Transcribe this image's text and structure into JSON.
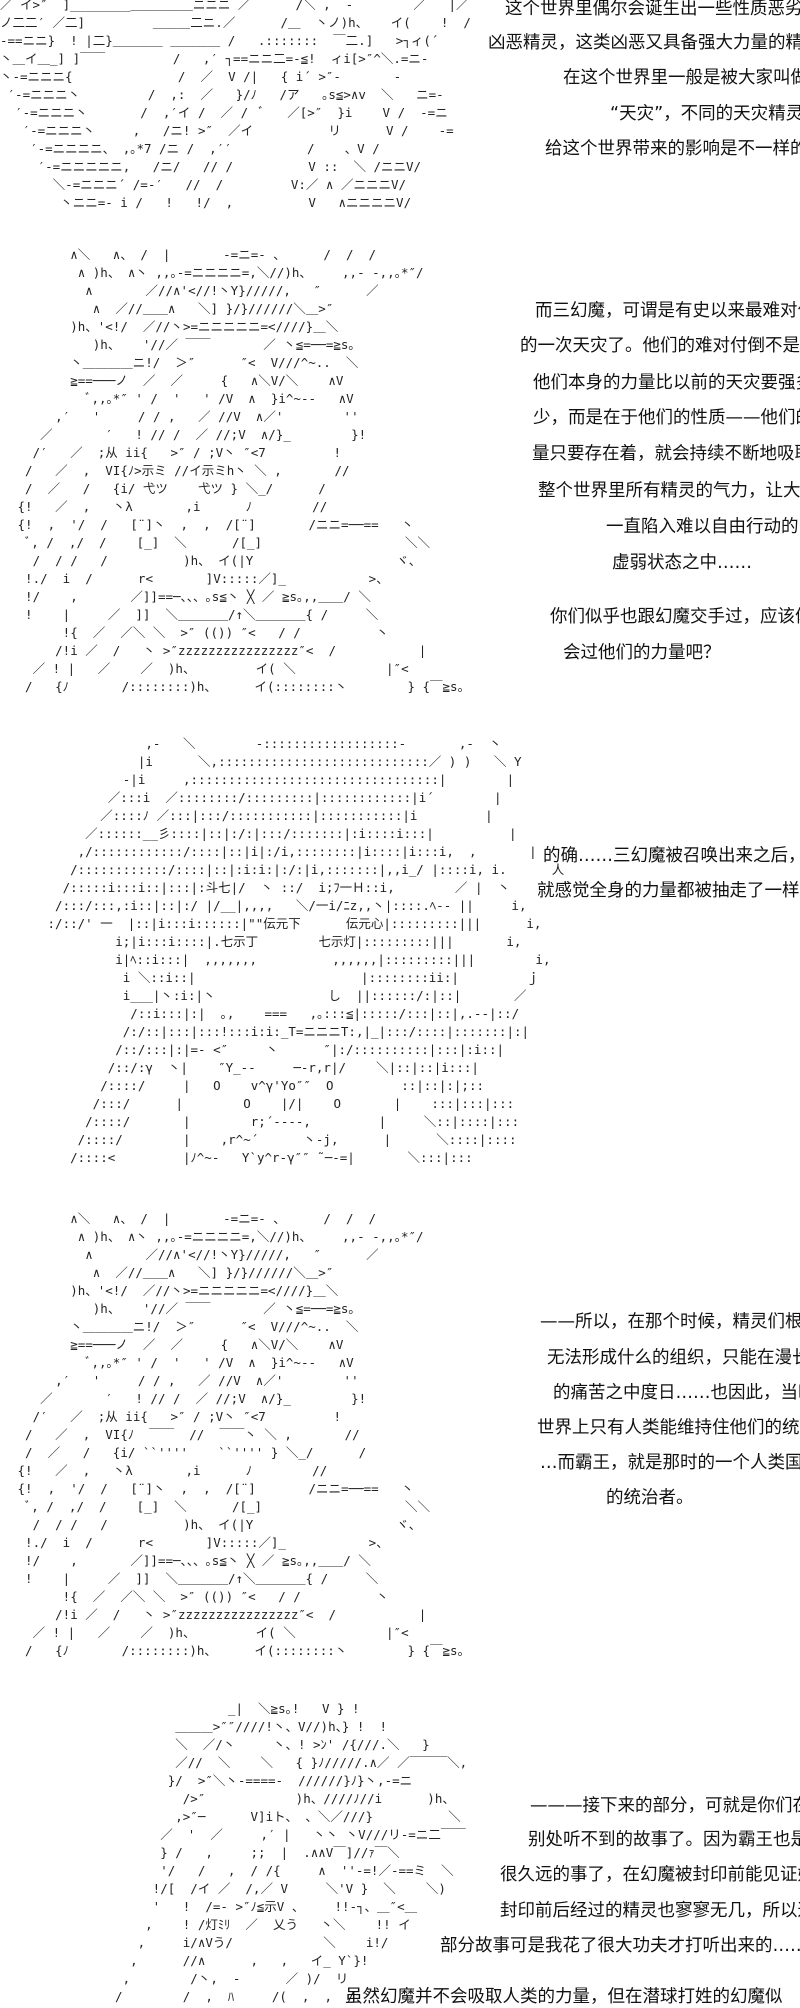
{
  "panels": [
    {
      "art": "／ イ>″  ]________＿＿＿＿＿ニニニ ／      /＼ ,  ‐        ／   |／\nノ二二′ ／二]         ＿＿＿二ニ.／      /＿  丶ノ)h、   イ(    !  /\n-==ニニ}  ! |二}＿＿＿＿ ＿＿＿＿ /   .:::::::  ￣二.]   >┐ィ(´\n丶＿イ＿_] ]￣￣         /   ,′ ┐==ニニ二=‐≦!  ィi[>″^＼.=ニ-\n丶-=ニニニ{              /  ／  V /|   { i´ >″‐       -\n ′-=ニニニ丶         /  ,:  ／   }/ﾉ   /ア   ｡s≦>∧v  ＼   ニ=-\n  ′-=ニニニ丶       /  ,′イ /  ／ /  ﾞ   ／[>″  }i    V /  -=ニ\n   ′-=ニニニ丶     ,   /ニ! >″  ／イ          リ      V /    -=\n    ′-=ニニニニ、 ,｡*7 /ニ /  ,′′          /    、V /\n     ′-=ニニニニニ,   /ニ/   // /          V ::  ＼ /ニニV/\n       ＼-=ニニニ´ /=‐′   //  /         V:／ ∧ ／ニニニV/\n        丶ニニ=‐ i /   !   !/  ,          V   ∧ニニニニV/",
      "lines": [
        "这个世界里偶尔会诞生出一些性质恶劣的",
        "凶恶精灵，这类凶恶又具备强大力量的精灵",
        "在这个世界里一般是被大家叫做",
        "“天灾”，不同的天灾精灵",
        "给这个世界带来的影响是不一样的"
      ]
    },
    {
      "art": "        ∧＼   ∧、 /  |       -=ニ=- 、     /  /  /\n         ∧ )h、 ∧丶 ,,｡-=ニニニニ=,＼//)h、    ,,- -,,｡*″/\n          ∧       ／//∧'<//!丶Y}/////,   ″      ／\n           ∧  ／//＿＿∧   ＼] }/}//////＼＿>″\n        )h、'<!/  ／//丶>=ニニニニニ=<////}＿＼\n           )h、   '//／ ￣￣       ／ 丶≦=──=≧s｡\n        丶＿＿＿＿ニ!/  ＞″      ″<  V///^~..  ＼\n        ≧==───ノ  ／  ／     {   ∧＼V/＼    ∧V\n          ﾞ,,｡*″ ' /  '   ' /V  ∧  }i^~--   ∧V\n      ,′   '     / / ,   ／ //V  ∧／'        ''\n    ／       ′   ! // /  ／ //;V  ∧/}_        }!\n   /′   ／  ;从 ii{   >″ / ;V丶 ″<7         !\n  /   ／  ,  VI{ﾉ>示ミ //イ示ミh丶 ＼ ,       //\n  /  ／   /   {i/ 弋ツ    弋ツ } ＼_/      /\n {!   ／  ,   丶λ       ,i      ﾉ        //\n {!  ,  '/  /   [¨]丶  ,  ,  /[¨]       /ニニ=──==   丶\n  ﾞ, /  ,/  /    [_]  ＼      /[_]                   ＼＼\n   /  / /   /          )h、 イ(|Y                   ヾ、\n  !./  i  /      r<       ]V:::::／]_           >、\n  !/    ,       ／]]==─、、、｡s≦丶 ╳ ／ ≧s｡,,＿＿/ ＼\n  !    |     ／  ]]  ＼＿＿＿＿/↑＼＿＿＿＿{ /     ＼\n       !{  ／  ／＼ ＼  >″ (()) ″<   / /          丶\n      /!i ／  /   丶 >″zzzzzzzzzzzzzzzz″<  /           |\n   ／ ! |   ／    ／  )h、        イ( ＼            |″<\n  /   {ﾉ       /::::::::)h、     イ(::::::::丶        } {￣≧s｡",
      "lines": [
        "而三幻魔，可谓是有史以来最难对付",
        "的一次天灾了。他们的难对付倒不是指",
        "他们本身的力量比以前的天灾要强多",
        "少，而是在于他们的性质——他们的力",
        "量只要存在着，就会持续不断地吸取",
        "整个世界里所有精灵的气力，让大家",
        "一直陷入难以自由行动的",
        "虚弱状态之中……",
        "你们似乎也跟幻魔交手过，应该体",
        "会过他们的力量吧？"
      ]
    },
    {
      "art": "              ,-   ＼        -::::::::::::::::::-       ,-  丶\n             |i      ＼,::::::::::::::::::::::::::::／ ) )   ＼ Y\n           -|i     ,:::::::::::::::::::::::::::::::::|        |\n         ／:::i  ／::::::::/:::::::::|::::::::::::|i´        |\n        ／::::ﾉ ／:::|:::/:::::::::::|:::::::::::|i         |\n      ／::::::__彡::::|::|:/:|:::/:::::::|:i::::i:::|          |\n     ,/::::::::::::/::::|::|i|:/i,::::::::|i::::|i:::i,  ,       |\n    /::::::::::::/::::|::|:i:i:|:/:|i,:::::::|,,i_/ |::::i, i.      人\n   /:::::i:::i::|:::|:斗七|/  丶 ::/  i;ﾌ一Ｈ::i,        ／ |  丶\n  /:::/:::,:i::|::|:/ |/__|,,,,   ＼/一i/ﾆz,,丶|::::.ﾍ-‐ ||     i,\n :/::/' 一  |::|i:::i::::::|\"\"伝元下      伝元心|:::::::::|||      i,\n          i;|i:::i::::|.七示丁        七示灯|:::::::::|||       i,\n          i|ﾍ::i:::|  ,,,,,,,          ,,,,,,|:::::::::|||        i,\n           i ＼::i::|                      |::::::::ii:|         ｊ\n           i___|丶:i:|丶               し  ||::::::/:|::|       ／\n            /::i:::|:|  ｡,    ===   ,｡:::≦|:::::/:::|::|,.-‐|::/\n           /:/::|:::|:::!:::i:i:_T=ニニニT:,|_|:::/::::|:::::::|:|\n          /::/:::|:|=‐ <″     丶      ″|:/::::::::::|:::|:i::|\n         /::/:γ  丶|    ″Y_--     ─-r,r|/    ＼|::|::|i:::|\n        /::::/     |   O    v^γ'Yo″″  O         ::|::|:|;::\n       /:::/      |        O    |/|    O       |    :::|:::|:::\n      /::::/       |        r;´‐-‐-,         |     ＼::|::::|:::\n     /::::/        |    ,r^~´      丶-j,      |      ＼::::|::::\n    /::::<         |ﾉ^~-   Y`y^r-γ″″ ˜─-=|       ＼:::|:::",
      "lines": [
        "的确……三幻魔被召唤出来之后，",
        "就感觉全身的力量都被抽走了一样。"
      ]
    },
    {
      "art": "        ∧＼   ∧、 /  |       -=ニ=- 、     /  /  /\n         ∧ )h、 ∧丶 ,,｡-=ニニニニ=,＼//)h、    ,,- -,,｡*″/\n          ∧       ／//∧'<//!丶Y}/////,   ″      ／\n           ∧  ／//＿＿∧   ＼] }/}//////＼＿>″\n        )h、'<!/  ／//丶>=ニニニニニ=<////}＿＼\n           )h、   '//／ ￣￣       ／ 丶≦=──=≧s｡\n        丶＿＿＿＿ニ!/  ＞″      ″<  V///^~..  ＼\n        ≧==───ノ  ／  ／     {   ∧＼V/＼    ∧V\n          ﾞ,,｡*″ ' /  '   ' /V  ∧  }i^~--   ∧V\n      ,′   '     / / ,   ／ //V  ∧／'        ''\n    ／       ′   ! // /  ／ //;V  ∧/}_        }!\n   /′   ／  ;从 ii{   >″ / ;V丶 ″<7         !\n  /   ／  ,  VI{ﾉ  ￣￣  //  ￣￣丶 ＼ ,       //\n  /  ／   /   {i/ ``''''    ``'''' } ＼_/      /\n {!   ／  ,   丶λ       ,i      ﾉ        //\n {!  ,  '/  /   [¨]丶  ,  ,  /[¨]       /ニニ=──==   丶\n  ﾞ, /  ,/  /    [_]  ＼      /[_]                   ＼＼\n   /  / /   /          )h、 イ(|Y                   ヾ、\n  !./  i  /      r<       ]V:::::／]_           >、\n  !/    ,       ／]]==─、、、｡s≦丶 ╳ ／ ≧s｡,,＿＿/ ＼\n  !    |     ／  ]]  ＼＿＿＿＿/↑＼＿＿＿＿{ /     ＼\n       !{  ／  ／＼ ＼  >″ (()) ″<   / /          丶\n      /!i ／  /   丶 >″zzzzzzzzzzzzzzzz″<  /           |\n   ／ ! |   ／    ／  )h、        イ( ＼            |″<\n  /   {ﾉ       /::::::::)h、     イ(::::::::丶        } {￣≧s｡",
      "lines": [
        "——所以，在那个时候，精灵们根本",
        "无法形成什么的组织，只能在漫长",
        "的痛苦之中度日……也因此，当时",
        "世界上只有人类能维持住他们的统治",
        "…而霸王，就是那时的一个人类国家",
        "的统治者。"
      ]
    },
    {
      "art": "                 _|  ＼≧s｡!   V } !\n          ＿＿＿>″″////!丶、V//)h、} !  !\n          ＼  ／/丶     丶、! >ﾝ' /{///.＼   }\n          ／//  ＼    ＼   { }ﾉ/////.∧／ ／￣￣￣＼,\n         }/  >″＼丶-====-  //////}ﾉ}丶,-=ニ\n           />″            )h、////ﾉ//i      )h、\n          ,>″─      V]iト、 、＼／///}          ＼\n        ／  '  ／     ,′ |   丶丶 丶V///リ-=ニ二￣￣\n        } /   ,     ;;  |  .∧∧V￣]//ｧ￣＼\n        '/   /   ,  / /{     ∧  ''-=!／-==ミ  ＼\n       !/[  /イ ／  /,／ V     ＼'V }  ＼    ＼)\n       '   !  /=‐ >″ﾉ≦示V 、    !!-┐、＿″<＿\n      ,    ! /灯ﾐﾘ  ／  乂う   丶＼    !! イ\n     ,     i/∧Vう/            ＼    i!/\n    ,      //∧      ,   ,   イ_ Y`}!\n   ,        /丶,  ‐      ／ )/  リ\n  /        /  ,  ﾊ     /(  ,  ,  /",
      "lines": [
        "———接下来的部分，可就是你们在",
        "别处听不到的故事了。因为霸王也是",
        "很久远的事了，在幻魔被封印前能见证她",
        "封印前后经过的精灵也寥寥无几，所以这",
        "部分故事可是我花了很大功夫才打听出来的……",
        "虽然幻魔并不会吸取人类的力量，但在潜球打姓的幻魔似"
      ]
    }
  ]
}
